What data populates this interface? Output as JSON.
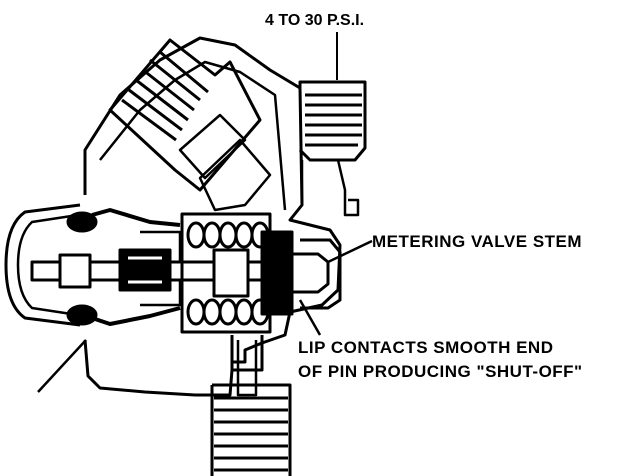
{
  "labels": {
    "pressure": "4 TO 30 P.S.I.",
    "metering_valve_stem": "METERING VALVE STEM",
    "lip_line_1": "LIP CONTACTS SMOOTH END",
    "lip_line_2": "OF PIN PRODUCING \"SHUT-OFF\""
  },
  "colors": {
    "ink": "#000000",
    "paper": "#ffffff"
  }
}
